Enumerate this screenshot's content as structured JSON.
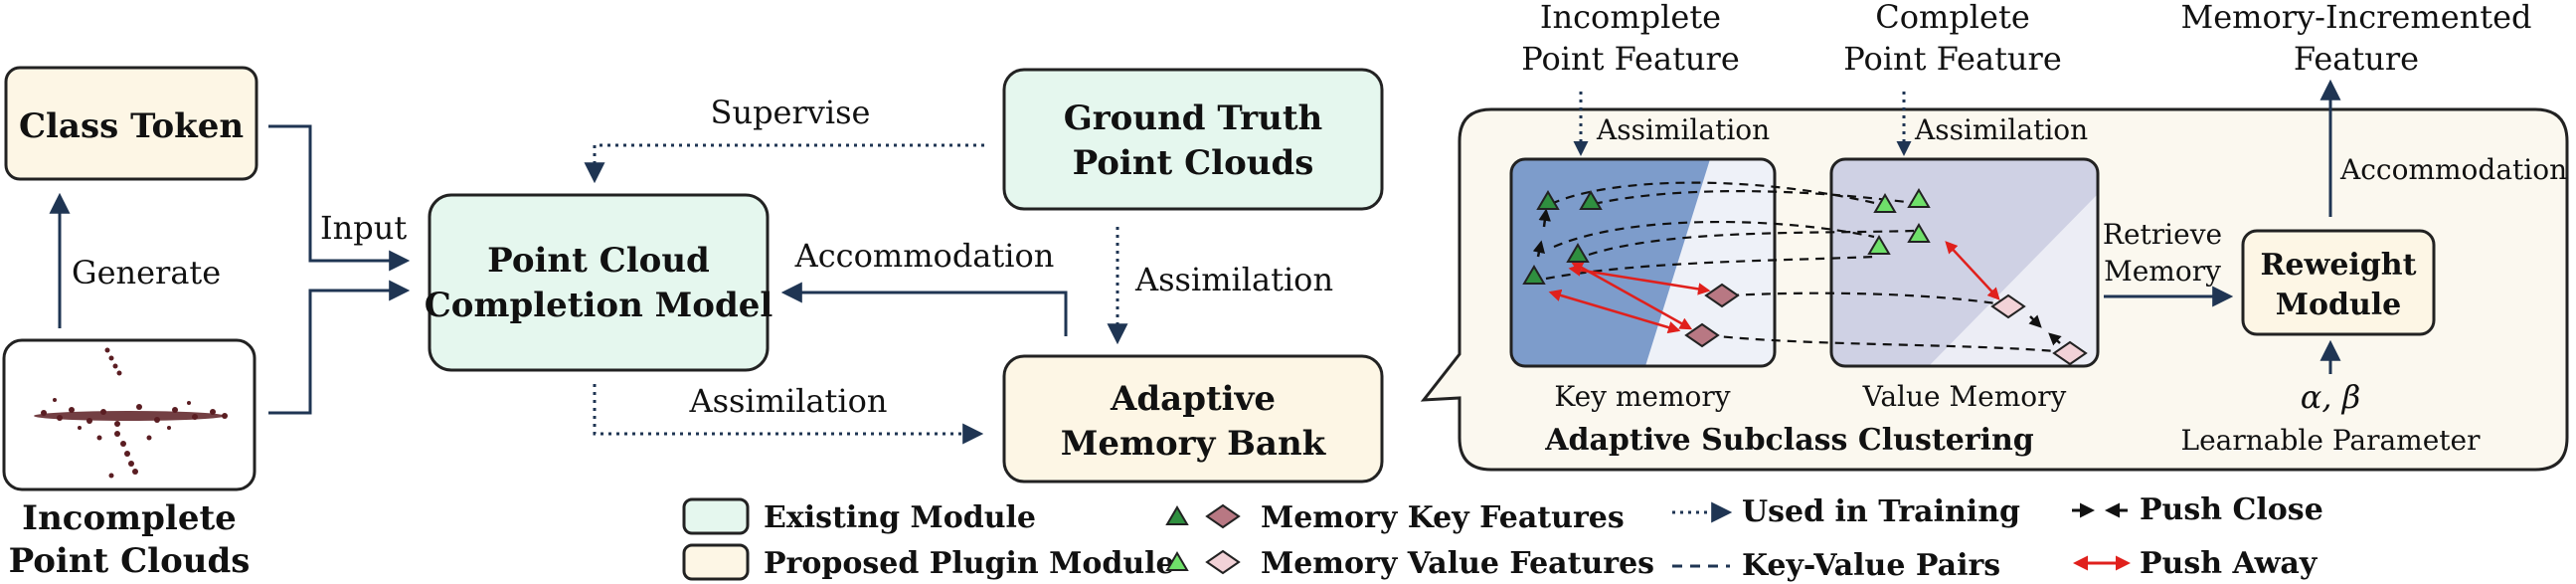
{
  "modules": {
    "class_token": "Class Token",
    "completion_model": [
      "Point Cloud",
      "Completion Model"
    ],
    "ground_truth": [
      "Ground Truth",
      "Point Clouds"
    ],
    "memory_bank": [
      "Adaptive",
      "Memory Bank"
    ],
    "incomplete_pc": [
      "Incomplete",
      "Point Clouds"
    ],
    "reweight": [
      "Reweight",
      "Module"
    ]
  },
  "arrows": {
    "generate": "Generate",
    "input": "Input",
    "supervise": "Supervise",
    "accommodation": "Accommodation",
    "assimilation": "Assimilation",
    "retrieve_memory": [
      "Retrieve",
      "Memory"
    ]
  },
  "detail": {
    "incomplete_feature": [
      "Incomplete",
      "Point Feature"
    ],
    "complete_feature": [
      "Complete",
      "Point Feature"
    ],
    "memory_incremented": [
      "Memory-Incremented",
      "Feature"
    ],
    "assimilation": "Assimilation",
    "accommodation": "Accommodation",
    "key_memory": "Key memory",
    "value_memory": "Value Memory",
    "clustering": "Adaptive Subclass Clustering",
    "params": "α, β",
    "learnable": "Learnable Parameter"
  },
  "legend": {
    "existing": "Existing Module",
    "proposed": "Proposed Plugin Module",
    "key_features": "Memory Key Features",
    "value_features": "Memory Value Features",
    "training": "Used in Training",
    "kv_pairs": "Key-Value Pairs",
    "push_close": "Push Close",
    "push_away": "Push Away"
  },
  "colors": {
    "existing_fill": "#e5f7ee",
    "proposed_fill": "#fdf6e5",
    "panel_fill": "#fbf8ef",
    "key_blue": "#7d9ccb",
    "value_lavender": "#cfd1e4",
    "dark_triangle": "#2f8f3f",
    "light_triangle": "#6fe06a",
    "dark_diamond": "#b87883",
    "light_diamond": "#f2d2d7",
    "arrow_navy": "#1f3553",
    "push_red": "#e0201c"
  }
}
